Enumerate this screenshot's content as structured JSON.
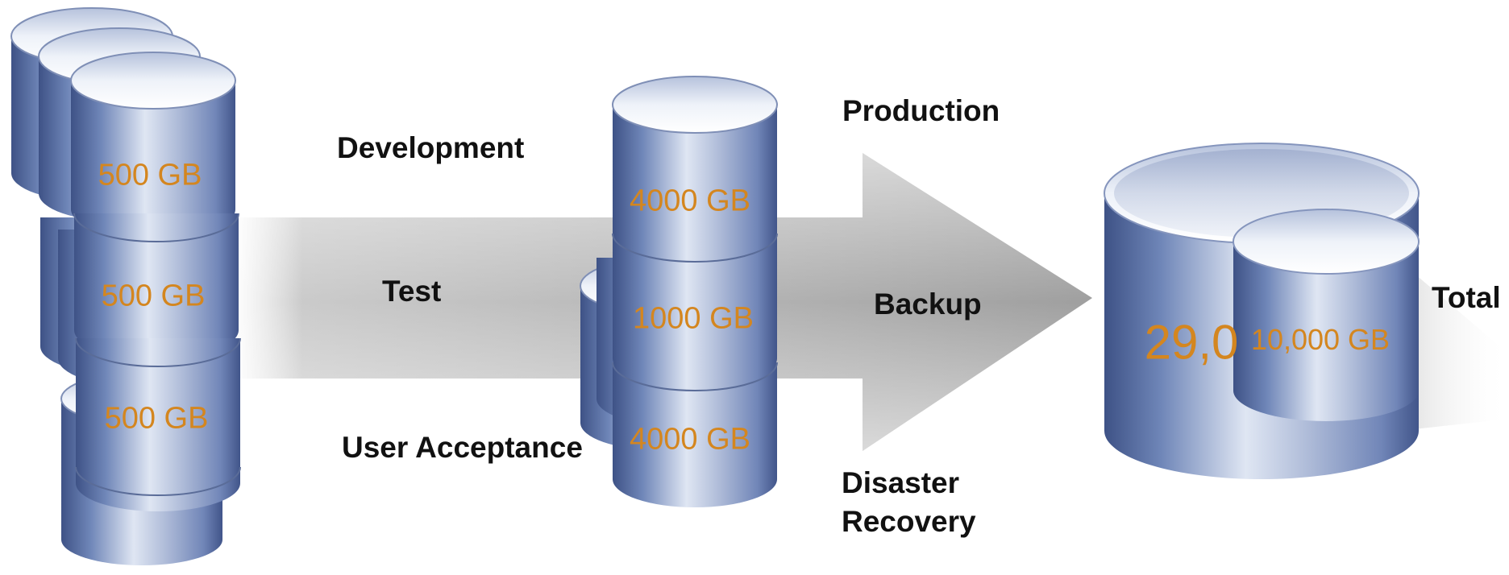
{
  "labels": {
    "development": "Development",
    "test": "Test",
    "user_acceptance": "User Acceptance",
    "production": "Production",
    "backup": "Backup",
    "disaster_recovery_line1": "Disaster",
    "disaster_recovery_line2": "Recovery",
    "total": "Total"
  },
  "capacities": {
    "development": "500 GB",
    "test": "500 GB",
    "user_acceptance": "500 GB",
    "production": "4000 GB",
    "backup": "1000 GB",
    "disaster_recovery": "4000 GB",
    "total_outer": "29,0",
    "total_inner": "10,000 GB"
  },
  "colors": {
    "capacity_text": "#d4861f",
    "label_text": "#111111",
    "cylinder_dark": "#5d74a8",
    "cylinder_light": "#d9e1ef"
  }
}
